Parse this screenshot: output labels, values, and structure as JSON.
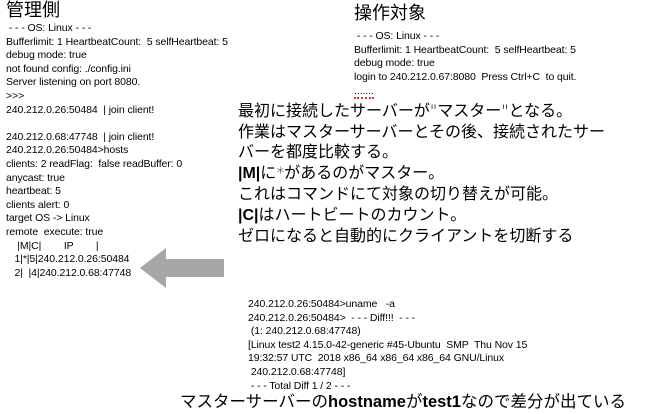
{
  "left": {
    "title": "管理側",
    "lines": [
      " - - - OS: Linux - - -",
      "Bufferlimit: 1 HeartbeatCount:  5 selfHeartbeat: 5",
      "debug mode: true",
      "not found config: ./config.ini",
      "Server listening on port 8080.",
      ">>>",
      "240.212.0.26:50484  | join client!",
      "",
      "240.212.0.68:47748  | join client!",
      "240.212.0.26:50484>hosts",
      "clients: 2 readFlag:  false readBuffer: 0",
      "anycast: true",
      "heartbeat: 5",
      "clients alert: 0",
      "target OS -> Linux",
      "remote  execute: true",
      "    |M|C|        IP        |",
      "   1|*|5|240.212.0.26:50484",
      "   2|  |4|240.212.0.68:47748"
    ]
  },
  "right": {
    "title": "操作対象",
    "lines": [
      " - - - OS: Linux - - -",
      "Bufferlimit: 1 HeartbeatCount:  5 selfHeartbeat: 5",
      "debug mode: true",
      "login to 240.212.0.67:8080  Press Ctrl+C  to quit."
    ],
    "dots": "......."
  },
  "notes": {
    "l1": "最初に接続したサーバーが\"マスター\"となる。",
    "l2": "作業はマスターサーバーとその後、接続されたサー",
    "l3": "バーを都度比較する。",
    "l4_bold": "|M|",
    "l4": "に*があるのがマスター。",
    "l5": "これはコマンドにて対象の切り替えが可能。",
    "l6_bold": "|C|",
    "l6": "はハートビートのカウント。",
    "l7": "ゼロになると自動的にクライアントを切断する"
  },
  "diff": {
    "lines": [
      "240.212.0.26:50484>uname   -a",
      "240.212.0.26:50484>  - - - Diff!!!  - - -",
      " (1: 240.212.0.68:47748)",
      "[Linux test2 4.15.0-42-generic #45-Ubuntu  SMP  Thu Nov 15",
      "19:32:57 UTC  2018 x86_64 x86_64 x86_64 GNU/Linux",
      " 240.212.0.68:47748]",
      " - - - Total Diff 1 / 2 - - -"
    ]
  },
  "caption": {
    "p1": "マスターサーバーの",
    "b1": "hostname",
    "p2": "が",
    "b2": "test1",
    "p3": "なので差分が出ている"
  },
  "colors": {
    "arrow": "#a6a6a6",
    "spellcheck": "#e03030"
  }
}
